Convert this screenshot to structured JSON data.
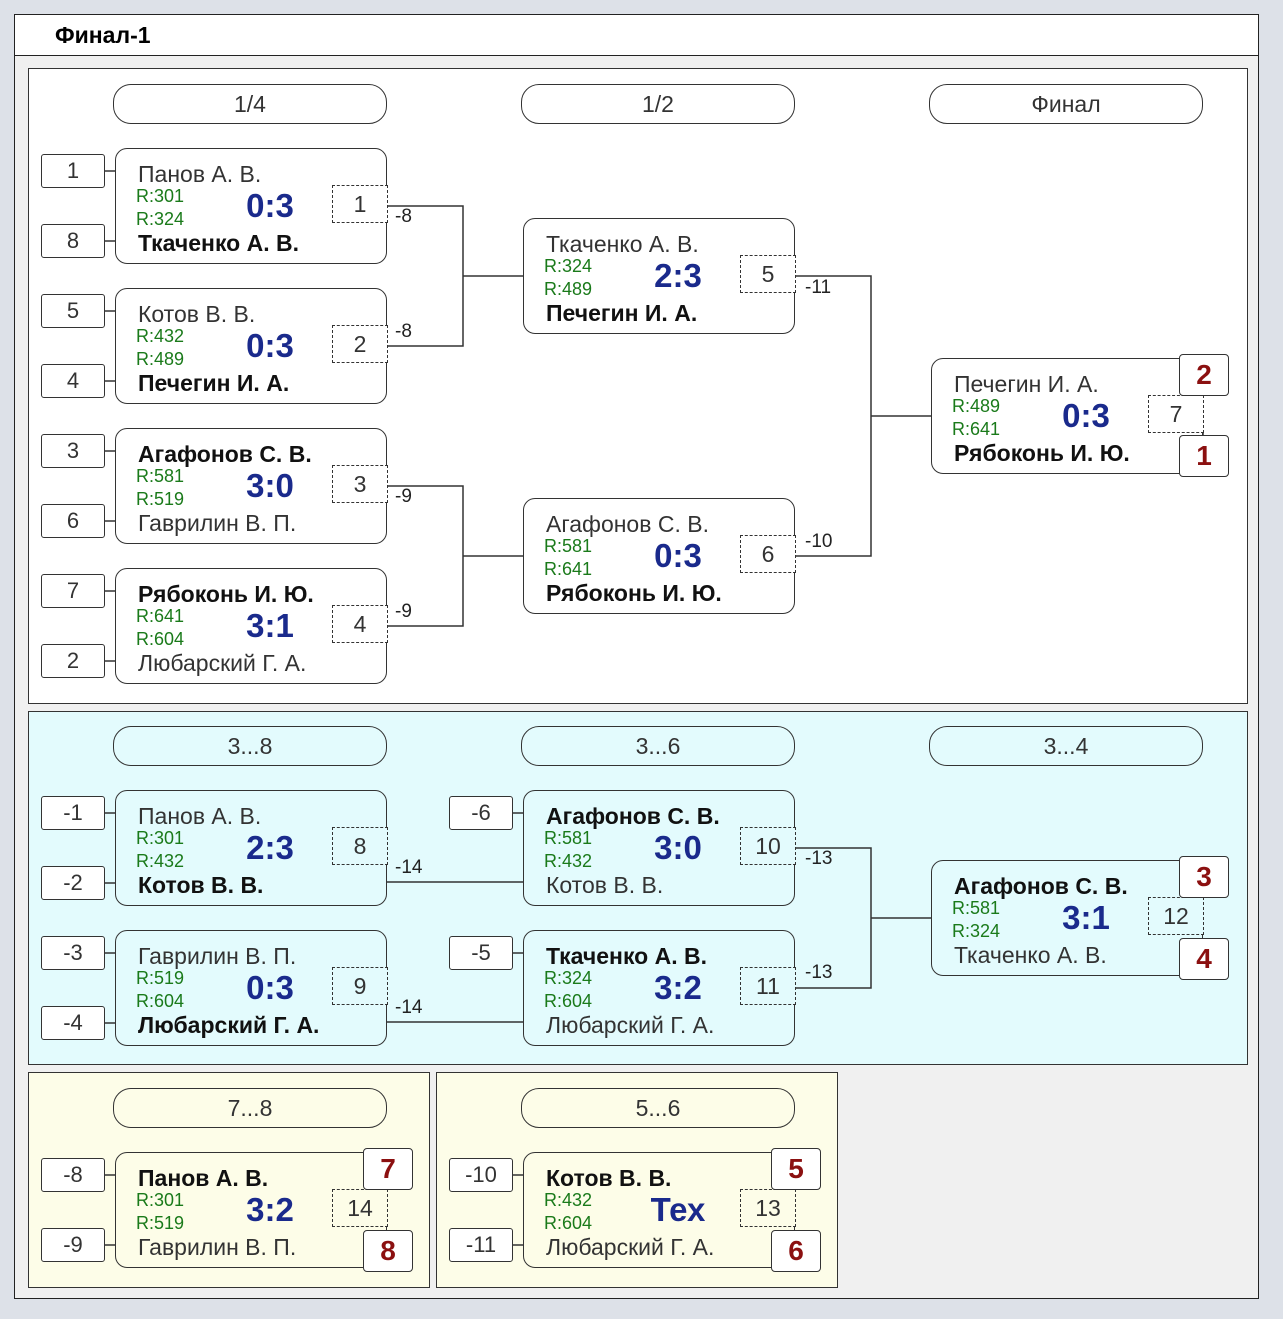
{
  "title": "Финал-1",
  "colors": {
    "winner_score": "#1a2a8c",
    "rating": "#1a7a1a",
    "place": "#8b1010",
    "section_cyan": "#e3fbfd",
    "section_yellow": "#fdfde8"
  },
  "main": {
    "rounds": [
      "1/4",
      "1/2",
      "Финал"
    ],
    "seeds": [
      "1",
      "8",
      "5",
      "4",
      "3",
      "6",
      "7",
      "2"
    ],
    "matches": [
      {
        "num": "1",
        "p1": "Панов А. В.",
        "r1": "R:301",
        "p2": "Ткаченко А. В.",
        "r2": "R:324",
        "score": "0:3",
        "loser": "-8"
      },
      {
        "num": "2",
        "p1": "Котов В. В.",
        "r1": "R:432",
        "p2": "Печегин И. А.",
        "r2": "R:489",
        "score": "0:3",
        "loser": "-8"
      },
      {
        "num": "3",
        "p1": "Агафонов С. В.",
        "r1": "R:581",
        "p2": "Гаврилин В. П.",
        "r2": "R:519",
        "score": "3:0",
        "loser": "-9"
      },
      {
        "num": "4",
        "p1": "Рябоконь И. Ю.",
        "r1": "R:641",
        "p2": "Любарский Г. А.",
        "r2": "R:604",
        "score": "3:1",
        "loser": "-9"
      },
      {
        "num": "5",
        "p1": "Ткаченко А. В.",
        "r1": "R:324",
        "p2": "Печегин И. А.",
        "r2": "R:489",
        "score": "2:3",
        "loser": "-11"
      },
      {
        "num": "6",
        "p1": "Агафонов С. В.",
        "r1": "R:581",
        "p2": "Рябоконь И. Ю.",
        "r2": "R:641",
        "score": "0:3",
        "loser": "-10"
      },
      {
        "num": "7",
        "p1": "Печегин И. А.",
        "r1": "R:489",
        "p2": "Рябоконь И. Ю.",
        "r2": "R:641",
        "score": "0:3",
        "place1": "2",
        "place2": "1"
      }
    ]
  },
  "cons": {
    "rounds": [
      "3...8",
      "3...6",
      "3...4"
    ],
    "seeds": [
      "-1",
      "-2",
      "-3",
      "-4",
      "-6",
      "-5"
    ],
    "matches": [
      {
        "num": "8",
        "p1": "Панов А. В.",
        "r1": "R:301",
        "p2": "Котов В. В.",
        "r2": "R:432",
        "score": "2:3",
        "loser": "-14"
      },
      {
        "num": "9",
        "p1": "Гаврилин В. П.",
        "r1": "R:519",
        "p2": "Любарский Г. А.",
        "r2": "R:604",
        "score": "0:3",
        "loser": "-14"
      },
      {
        "num": "10",
        "p1": "Агафонов С. В.",
        "r1": "R:581",
        "p2": "Котов В. В.",
        "r2": "R:432",
        "score": "3:0",
        "loser": "-13"
      },
      {
        "num": "11",
        "p1": "Ткаченко А. В.",
        "r1": "R:324",
        "p2": "Любарский Г. А.",
        "r2": "R:604",
        "score": "3:2",
        "loser": "-13"
      },
      {
        "num": "12",
        "p1": "Агафонов С. В.",
        "r1": "R:581",
        "p2": "Ткаченко А. В.",
        "r2": "R:324",
        "score": "3:1",
        "place1": "3",
        "place2": "4"
      }
    ]
  },
  "p78": {
    "round": "7...8",
    "seeds": [
      "-8",
      "-9"
    ],
    "match": {
      "num": "14",
      "p1": "Панов А. В.",
      "r1": "R:301",
      "p2": "Гаврилин В. П.",
      "r2": "R:519",
      "score": "3:2",
      "place1": "7",
      "place2": "8"
    }
  },
  "p56": {
    "round": "5...6",
    "seeds": [
      "-10",
      "-11"
    ],
    "match": {
      "num": "13",
      "p1": "Котов В. В.",
      "r1": "R:432",
      "p2": "Любарский Г. А.",
      "r2": "R:604",
      "score": "Тех",
      "place1": "5",
      "place2": "6"
    }
  }
}
